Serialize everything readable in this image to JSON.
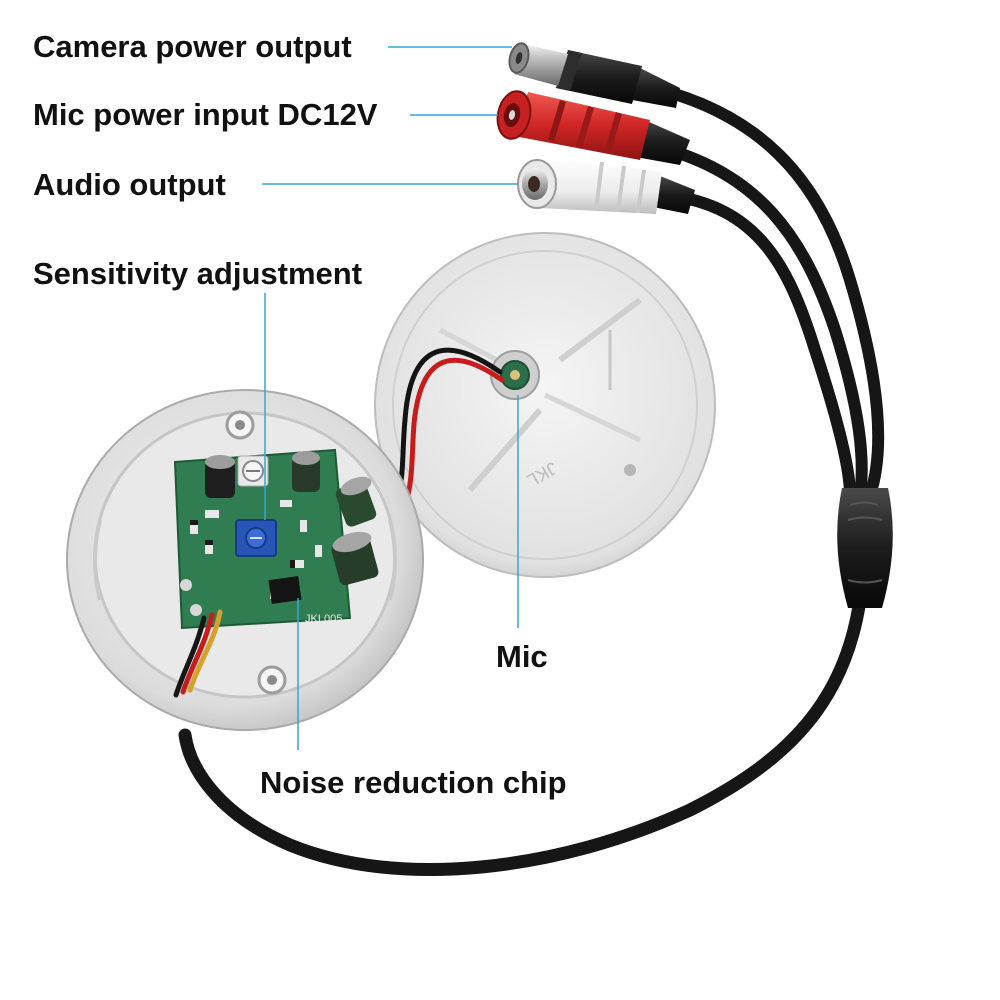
{
  "labels": {
    "camera_power_output": "Camera power output",
    "mic_power_input": "Mic power input DC12V",
    "audio_output": "Audio output",
    "sensitivity_adjustment": "Sensitivity adjustment",
    "mic": "Mic",
    "noise_reduction_chip": "Noise reduction chip"
  },
  "board_marking": "JKL005",
  "lid_marking": "JKL",
  "colors": {
    "leader_line": "#3aa3d6",
    "label_text": "#111111",
    "housing": "#e4e4e4",
    "pcb": "#2e7d4f",
    "cable": "#1a1a1a",
    "power_connector": "#d42a2a",
    "audio_connector": "#f2f2f2"
  },
  "icons": {
    "dc_plug": "dc-barrel-plug-icon",
    "dc_jack": "dc-barrel-jack-icon",
    "rca_jack": "rca-jack-icon",
    "potentiometer": "trimmer-potentiometer-icon",
    "microphone": "electret-microphone-icon"
  }
}
